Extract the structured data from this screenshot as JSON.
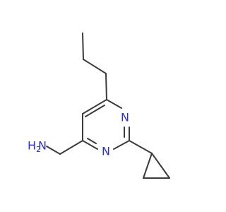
{
  "molecule": {
    "atoms": {
      "n1": {
        "element": "N"
      },
      "n3": {
        "element": "N"
      },
      "amine": {
        "element": "N",
        "hydrogens": "H",
        "hydrogen_count": "2"
      }
    },
    "colors": {
      "bond": "#3b3b3b",
      "nitrogen": "#2b33cc",
      "background": "#ffffff"
    }
  }
}
